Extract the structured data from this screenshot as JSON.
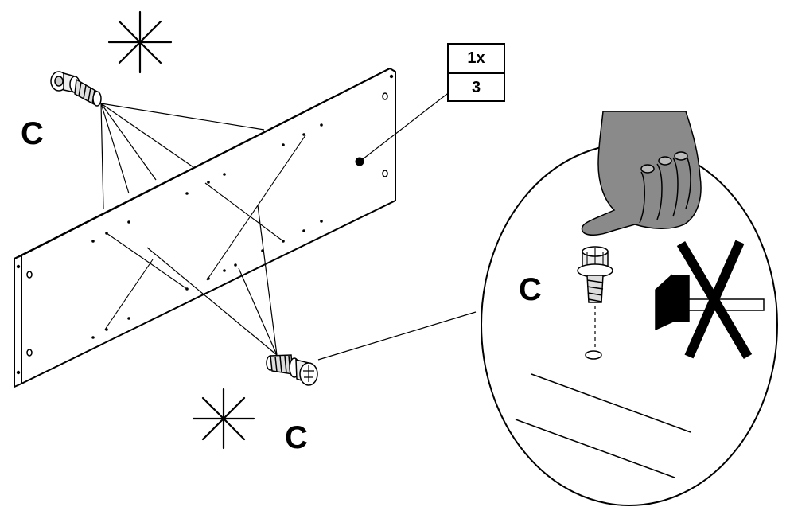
{
  "part_label": "C",
  "quantity_box": {
    "quantity": "1x",
    "step_number": "3"
  },
  "icons": {
    "care_symbol": "asterisk-icon",
    "prohibition": "cross-out-icon",
    "tool": "hammer-icon",
    "hand": "pointing-hand-icon",
    "fastener": "cam-dowel-icon"
  },
  "colors": {
    "line": "#000000",
    "hand_fill": "#8a8a8a",
    "panel_fill": "#ffffff"
  }
}
